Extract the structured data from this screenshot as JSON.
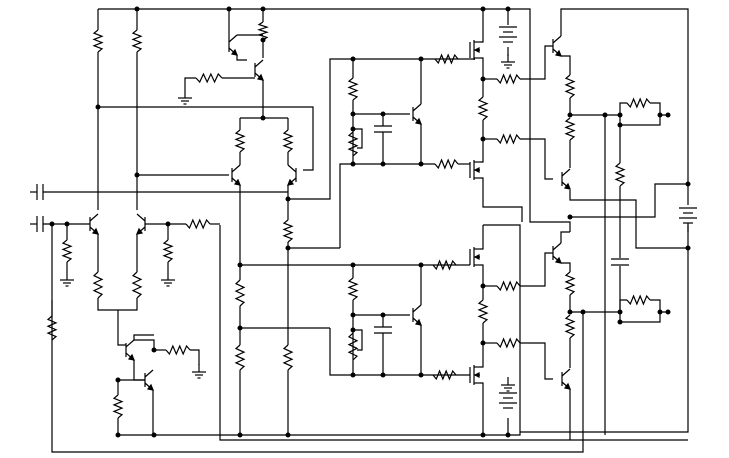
{
  "diagram": {
    "kind": "circuit-schematic",
    "colors": {
      "wire": "#000000",
      "background": "#ffffff"
    },
    "component_types": [
      "resistor",
      "npn-transistor",
      "pnp-transistor",
      "mosfet",
      "capacitor",
      "battery",
      "ground",
      "junction",
      "potentiometer"
    ]
  }
}
